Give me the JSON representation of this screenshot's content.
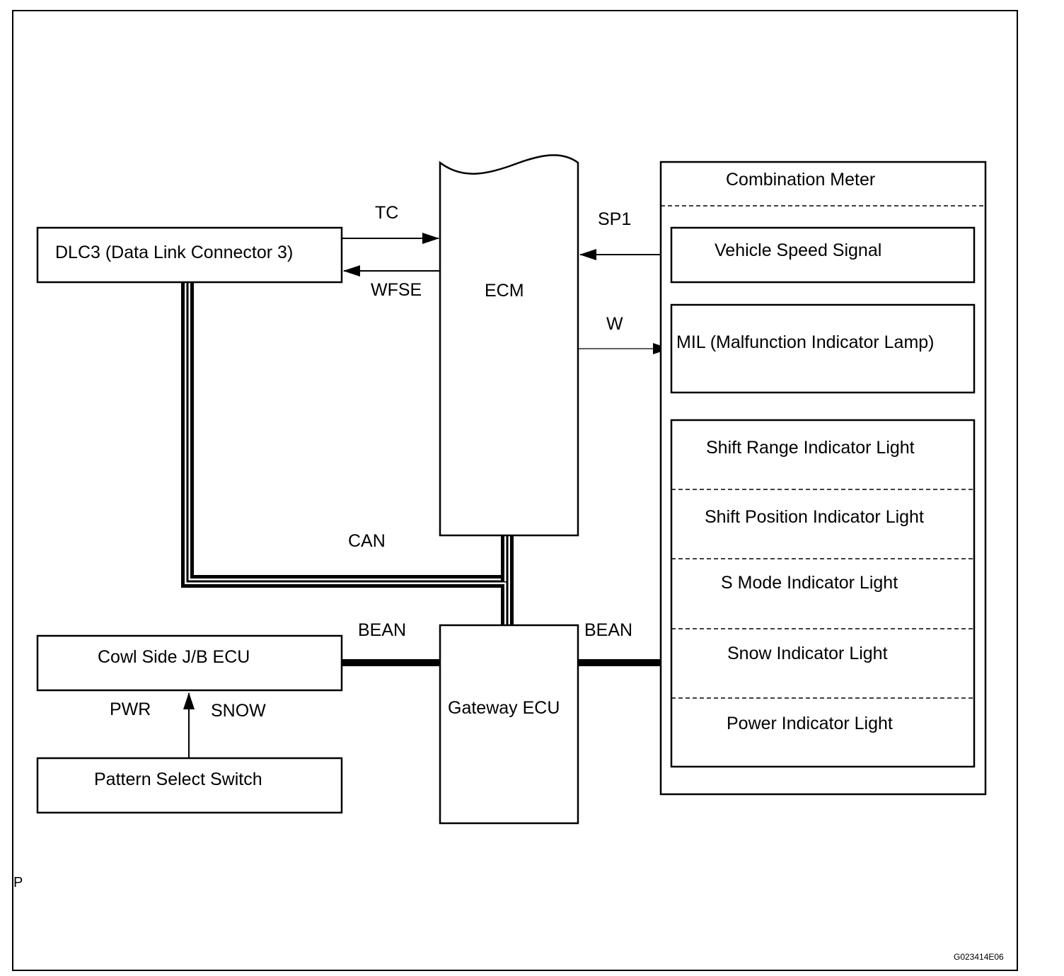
{
  "blocks": {
    "dlc3": "DLC3 (Data Link Connector 3)",
    "ecm": "ECM",
    "combination_meter": "Combination Meter",
    "vehicle_speed_signal": "Vehicle Speed Signal",
    "mil": "MIL (Malfunction Indicator Lamp)",
    "indicator_lights": [
      "Shift Range Indicator Light",
      "Shift Position Indicator Light",
      "S Mode Indicator Light",
      "Snow Indicator Light",
      "Power Indicator Light"
    ],
    "cowl_side": "Cowl Side J/B ECU",
    "gateway": "Gateway ECU",
    "pattern_switch": "Pattern Select Switch"
  },
  "signals": {
    "tc": "TC",
    "wfse": "WFSE",
    "sp1": "SP1",
    "w": "W",
    "can": "CAN",
    "bean_left": "BEAN",
    "bean_right": "BEAN",
    "pwr": "PWR",
    "snow": "SNOW"
  },
  "page_marker": "P",
  "figure_id": "G023414E06"
}
